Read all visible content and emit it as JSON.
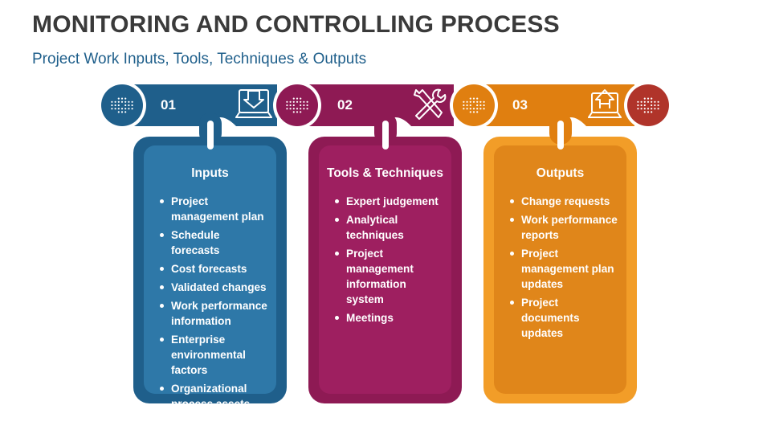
{
  "title": "MONITORING AND CONTROLLING PROCESS",
  "subtitle": "Project Work Inputs, Tools, Techniques & Outputs",
  "colors": {
    "blue": "#1f5f8b",
    "blue_light": "#2e86b8",
    "purple": "#8e1a54",
    "purple_light": "#a31f62",
    "orange": "#e07f10",
    "orange_light": "#f29d28",
    "red": "#b0342a"
  },
  "steps": [
    {
      "number": "01",
      "icon": "download-tray-icon",
      "title": "Inputs",
      "items": [
        "Project management plan",
        "Schedule forecasts",
        "Cost forecasts",
        "Validated changes",
        "Work performance information",
        "Enterprise environmental factors",
        "Organizational process assets"
      ]
    },
    {
      "number": "02",
      "icon": "tools-icon",
      "title": "Tools & Techniques",
      "items": [
        "Expert judgement",
        "Analytical techniques",
        "Project management information system",
        "Meetings"
      ]
    },
    {
      "number": "03",
      "icon": "upload-tray-icon",
      "title": "Outputs",
      "items": [
        "Change requests",
        "Work performance reports",
        "Project management plan updates",
        "Project documents updates"
      ]
    }
  ]
}
